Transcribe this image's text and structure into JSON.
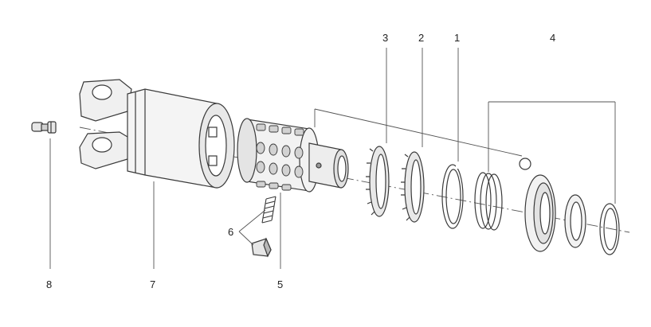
{
  "labels": {
    "l1": "1",
    "l2": "2",
    "l3": "3",
    "l4": "4",
    "l5": "5",
    "l6": "6",
    "l7": "7",
    "l8": "8"
  },
  "colors": {
    "line": "#3a3a3a",
    "fill_light": "#f2f2f2",
    "fill_mid": "#d9d9d9",
    "fill_dark": "#9a9a9a"
  }
}
